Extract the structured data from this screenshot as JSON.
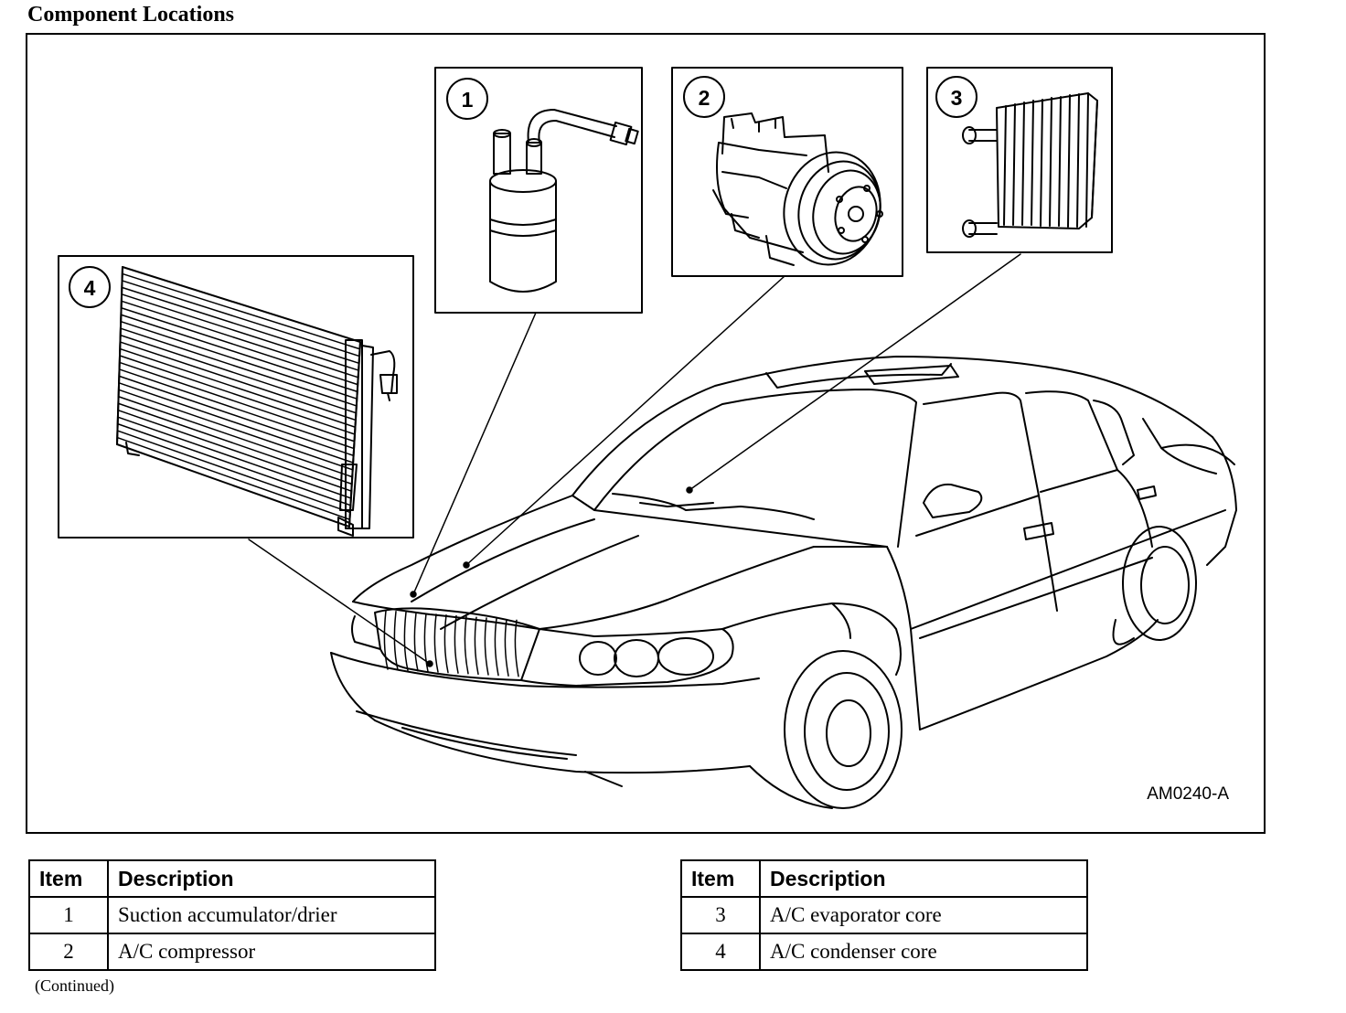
{
  "title": "Component Locations",
  "figure_code": "AM0240-A",
  "callouts": [
    "1",
    "2",
    "3",
    "4"
  ],
  "tables": [
    {
      "headers": [
        "Item",
        "Description"
      ],
      "rows": [
        {
          "item": "1",
          "description": "Suction accumulator/drier"
        },
        {
          "item": "2",
          "description": "A/C compressor"
        }
      ]
    },
    {
      "headers": [
        "Item",
        "Description"
      ],
      "rows": [
        {
          "item": "3",
          "description": "A/C evaporator core"
        },
        {
          "item": "4",
          "description": "A/C condenser core"
        }
      ]
    }
  ],
  "continued": "(Continued)"
}
